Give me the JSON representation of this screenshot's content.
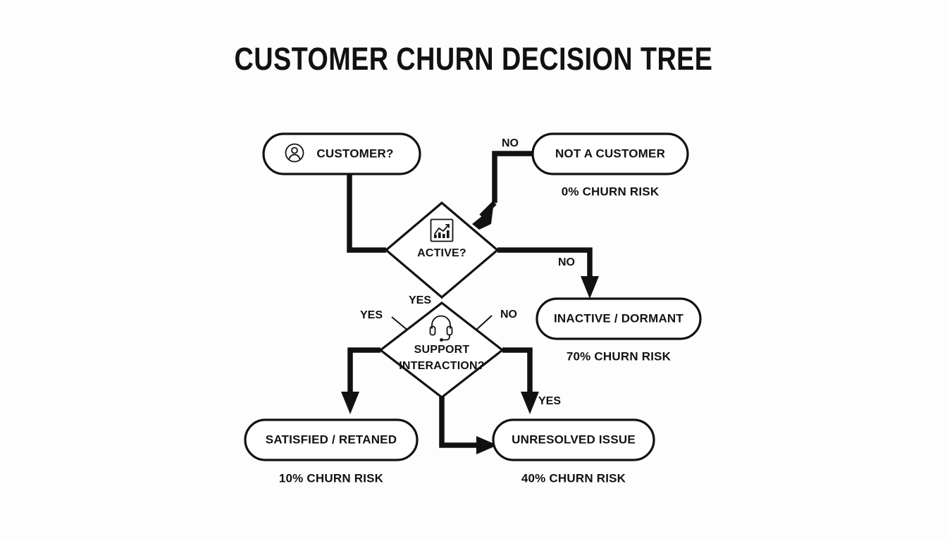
{
  "page": {
    "title": "CUSTOMER CHURN DECISION TREE",
    "background_color": "#fdfdfd",
    "ink_color": "#111111"
  },
  "nodes": {
    "customer": {
      "label": "CUSTOMER?",
      "icon": "user-circle-icon",
      "shape": "pill"
    },
    "not_a_customer": {
      "label": "NOT A CUSTOMER",
      "shape": "pill",
      "risk": "0% CHURN RISK"
    },
    "active": {
      "label": "ACTIVE?",
      "icon": "chart-analytics-icon",
      "shape": "diamond"
    },
    "inactive": {
      "label": "INACTIVE / DORMANT",
      "shape": "pill",
      "risk": "70% CHURN RISK"
    },
    "support": {
      "label_line1": "SUPPORT",
      "label_line2": "INTERACTION?",
      "icon": "headset-icon",
      "shape": "diamond"
    },
    "satisfied": {
      "label": "SATISFIED / RETANED",
      "shape": "pill",
      "risk": "10% CHURN RISK"
    },
    "unresolved": {
      "label": "UNRESOLVED ISSUE",
      "shape": "pill",
      "risk": "40% CHURN RISK"
    }
  },
  "edges": {
    "customer_no": "NO",
    "active_no": "NO",
    "active_yes": "YES",
    "support_yes_left": "YES",
    "support_no_right": "NO",
    "support_yes_bottom": "YES"
  },
  "chart_data": {
    "type": "diagram",
    "title": "CUSTOMER CHURN DECISION TREE",
    "diagram_kind": "decision-tree",
    "nodes": [
      {
        "id": "customer",
        "text": "CUSTOMER?",
        "kind": "decision",
        "shape": "pill",
        "icon": "user-circle-icon"
      },
      {
        "id": "not_a_customer",
        "text": "NOT A CUSTOMER",
        "kind": "outcome",
        "shape": "pill",
        "churn_risk_pct": 0,
        "risk_label": "0% CHURN RISK"
      },
      {
        "id": "active",
        "text": "ACTIVE?",
        "kind": "decision",
        "shape": "diamond",
        "icon": "chart-analytics-icon"
      },
      {
        "id": "inactive",
        "text": "INACTIVE / DORMANT",
        "kind": "outcome",
        "shape": "pill",
        "churn_risk_pct": 70,
        "risk_label": "70% CHURN RISK"
      },
      {
        "id": "support",
        "text": "SUPPORT INTERACTION?",
        "kind": "decision",
        "shape": "diamond",
        "icon": "headset-icon"
      },
      {
        "id": "satisfied",
        "text": "SATISFIED / RETANED",
        "kind": "outcome",
        "shape": "pill",
        "churn_risk_pct": 10,
        "risk_label": "10% CHURN RISK"
      },
      {
        "id": "unresolved",
        "text": "UNRESOLVED ISSUE",
        "kind": "outcome",
        "shape": "pill",
        "churn_risk_pct": 40,
        "risk_label": "40% CHURN RISK"
      }
    ],
    "edges": [
      {
        "from": "customer",
        "to": "active",
        "label": ""
      },
      {
        "from": "not_a_customer",
        "to": "active",
        "label": "NO"
      },
      {
        "from": "active",
        "to": "inactive",
        "label": "NO"
      },
      {
        "from": "active",
        "to": "support",
        "label": "YES"
      },
      {
        "from": "support",
        "to": "satisfied",
        "label": "YES"
      },
      {
        "from": "support",
        "to": "unresolved",
        "label": "NO"
      },
      {
        "from": "support",
        "to": "unresolved",
        "label": "YES"
      }
    ]
  }
}
